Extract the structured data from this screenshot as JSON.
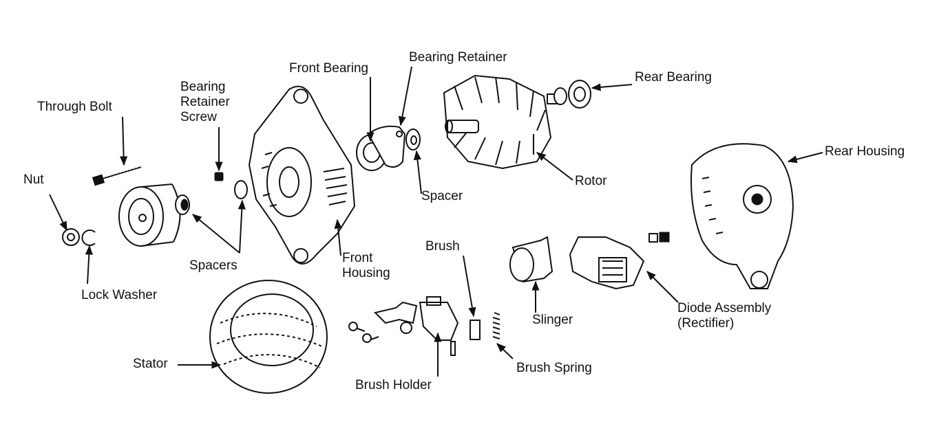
{
  "labels": {
    "nut": "Nut",
    "through_bolt": "Through Bolt",
    "bearing_retainer_screw": [
      "Bearing",
      "Retainer",
      "Screw"
    ],
    "front_bearing": "Front Bearing",
    "bearing_retainer": "Bearing Retainer",
    "rear_bearing": "Rear Bearing",
    "rear_housing": "Rear Housing",
    "spacer": "Spacer",
    "rotor": "Rotor",
    "spacers": "Spacers",
    "front_housing": [
      "Front",
      "Housing"
    ],
    "lock_washer": "Lock Washer",
    "brush": "Brush",
    "slinger": "Slinger",
    "diode_assembly": [
      "Diode Assembly",
      "(Rectifier)"
    ],
    "stator": "Stator",
    "brush_holder": "Brush Holder",
    "brush_spring": "Brush Spring"
  }
}
